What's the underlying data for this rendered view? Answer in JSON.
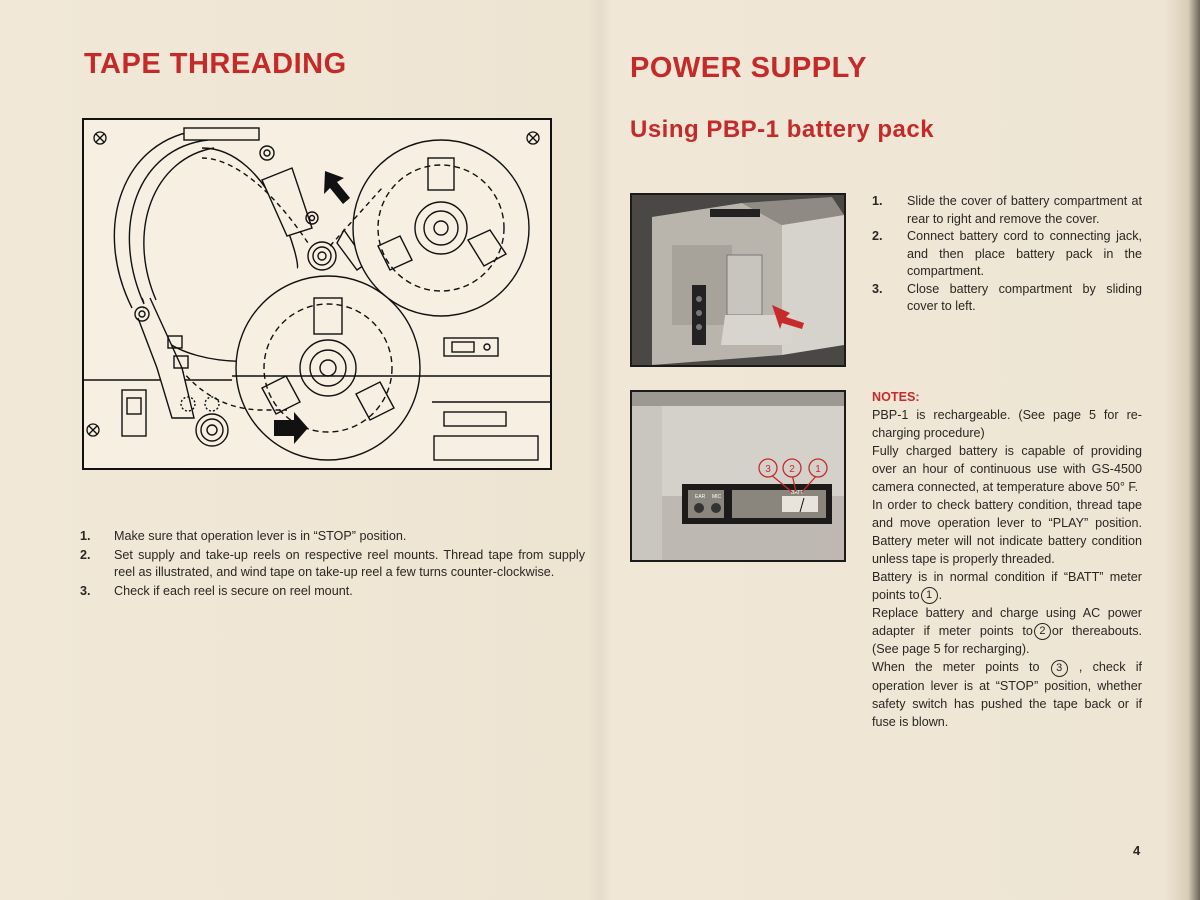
{
  "left": {
    "heading": "TAPE THREADING",
    "steps": [
      {
        "num": "1.",
        "text": "Make sure that operation lever is in “STOP” position."
      },
      {
        "num": "2.",
        "text": "Set supply and take-up reels on respective reel mounts. Thread tape from supply reel as illustrated, and wind tape on take-up reel a few turns counter-clockwise."
      },
      {
        "num": "3.",
        "text": "Check if each reel is secure on reel mount."
      }
    ]
  },
  "right": {
    "heading": "POWER SUPPLY",
    "subheading": "Using PBP-1 battery pack",
    "steps": [
      {
        "num": "1.",
        "text": "Slide the cover of battery compartment at rear to right and remove the cover."
      },
      {
        "num": "2.",
        "text": "Connect battery cord to connecting jack, and then place battery pack in the compartment."
      },
      {
        "num": "3.",
        "text": "Close battery compartment by sliding cover to left."
      }
    ],
    "notes_title": "NOTES:",
    "notes": {
      "p1": "PBP-1 is rechargeable. (See page 5 for re-charging procedure)",
      "p2": "Fully charged battery is capable of providing over an hour of continuous use with GS-4500 camera connected, at temperature above 50° F.",
      "p3": "In order to check battery condition, thread tape and move operation lever to “PLAY” position. Battery meter will not indicate battery condition unless tape is properly threaded.",
      "p4a": "Battery is in normal condition if “BATT” meter points to",
      "p4b": ".",
      "p5a": "Replace battery and charge using AC power adapter if meter points to",
      "p5b": "or thereabouts. (See page 5 for recharging).",
      "p6a": "When the meter points to",
      "p6b": ", check if operation lever is at “STOP” position, whether safety switch has pushed the tape back or if fuse is blown."
    },
    "meter_marks": [
      "1",
      "2",
      "3"
    ],
    "panel_labels": {
      "ear": "EAR",
      "mic": "MIC",
      "batt": "BATT"
    }
  },
  "page_number": "4",
  "colors": {
    "accent": "#c42a2a",
    "paper": "#efe6d6",
    "ink": "#2a2622"
  }
}
